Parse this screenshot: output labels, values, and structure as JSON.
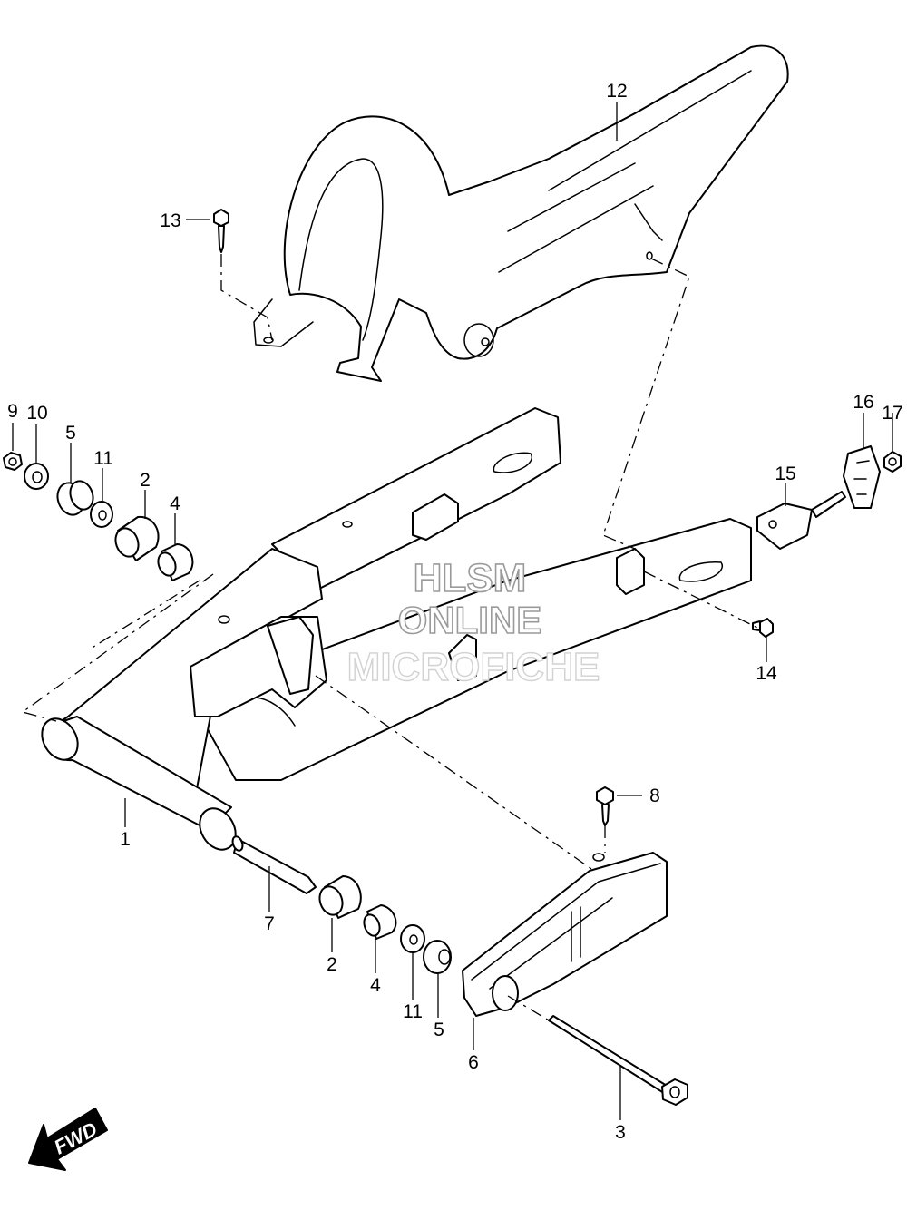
{
  "callouts": {
    "c1": "1",
    "c2a": "2",
    "c2b": "2",
    "c3": "3",
    "c4a": "4",
    "c4b": "4",
    "c5a": "5",
    "c5b": "5",
    "c6": "6",
    "c7": "7",
    "c8": "8",
    "c9": "9",
    "c10": "10",
    "c11a": "11",
    "c11b": "11",
    "c12": "12",
    "c13": "13",
    "c14": "14",
    "c15": "15",
    "c16": "16",
    "c17": "17"
  },
  "watermark": {
    "line1": "HLSM",
    "line2": "ONLINE",
    "line3": "MICROFICHE"
  },
  "fwd_label": "FWD"
}
